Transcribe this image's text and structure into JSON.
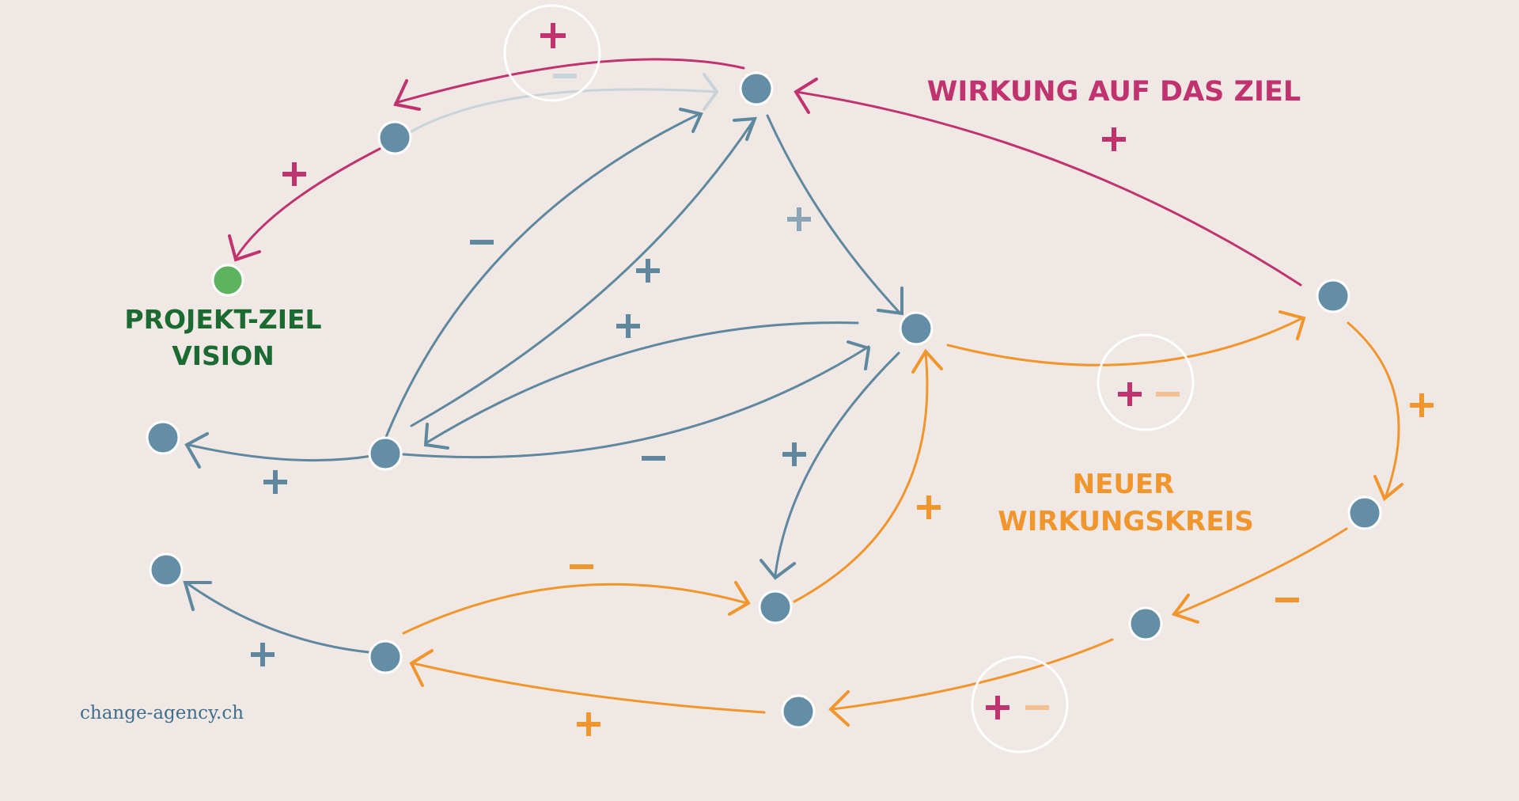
{
  "colors": {
    "background": "#efe8e4",
    "node": "#648ea6",
    "goal_node": "#5cb25d",
    "goal_text": "#1b6a32",
    "blue": "#5f889f",
    "blue_light": "#8aa6b6",
    "magenta": "#c0336f",
    "orange": "#f0962c",
    "faded_blue": "#c9d3d8",
    "faded_orange": "#f3c091"
  },
  "labels": {
    "wirkung_title": "WIRKUNG AUF DAS ZIEL",
    "goal_line1": "PROJEKT-ZIEL",
    "goal_line2": "VISION",
    "neuer_line1": "NEUER",
    "neuer_line2": "WIRKUNGSKREIS",
    "footer": "change-agency.ch"
  }
}
